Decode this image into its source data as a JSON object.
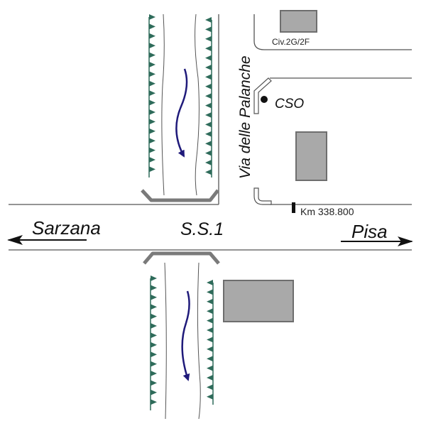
{
  "labels": {
    "street_vertical": "Via delle Palanche",
    "house_number": "Civ.2G/2F",
    "cso": "CSO",
    "km_marker": "Km 338.800",
    "road": "S.S.1",
    "west_destination": "Sarzana",
    "east_destination": "Pisa"
  },
  "colors": {
    "river_flow": "#1f1a7a",
    "bank": "#2e6b5a",
    "building": "#a9a9a9",
    "building_border": "#6e6e6e",
    "bridge": "#7a7a7a"
  }
}
